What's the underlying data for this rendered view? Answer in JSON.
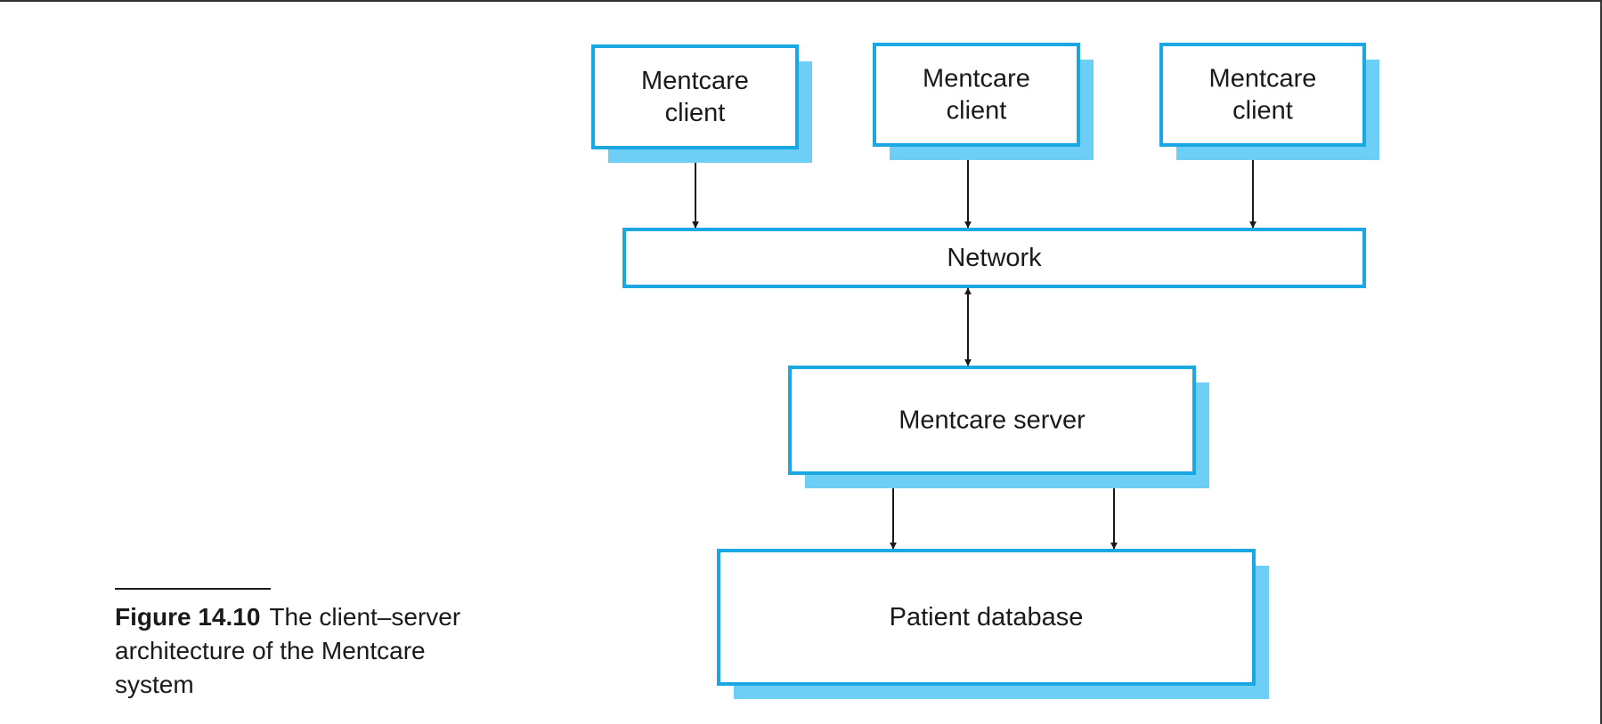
{
  "diagram": {
    "nodes": {
      "client_1": [
        "Mentcare",
        "client"
      ],
      "client_2": [
        "Mentcare",
        "client"
      ],
      "client_3": [
        "Mentcare",
        "client"
      ],
      "network": [
        "Network"
      ],
      "server": [
        "Mentcare server"
      ],
      "database": [
        "Patient database"
      ]
    },
    "edges": [
      {
        "from": "client_1",
        "to": "network",
        "direction": "both"
      },
      {
        "from": "client_2",
        "to": "network",
        "direction": "both"
      },
      {
        "from": "client_3",
        "to": "network",
        "direction": "both"
      },
      {
        "from": "network",
        "to": "server",
        "direction": "both"
      },
      {
        "from": "server",
        "to": "database",
        "direction": "both"
      },
      {
        "from": "server",
        "to": "database",
        "direction": "both"
      }
    ],
    "colors": {
      "box_border": "#1aa7e4",
      "box_shadow": "#6ecff6",
      "arrow": "#1a1a1a"
    }
  },
  "caption": {
    "label": "Figure 14.10",
    "text": "The client–server architecture of the Mentcare system"
  }
}
